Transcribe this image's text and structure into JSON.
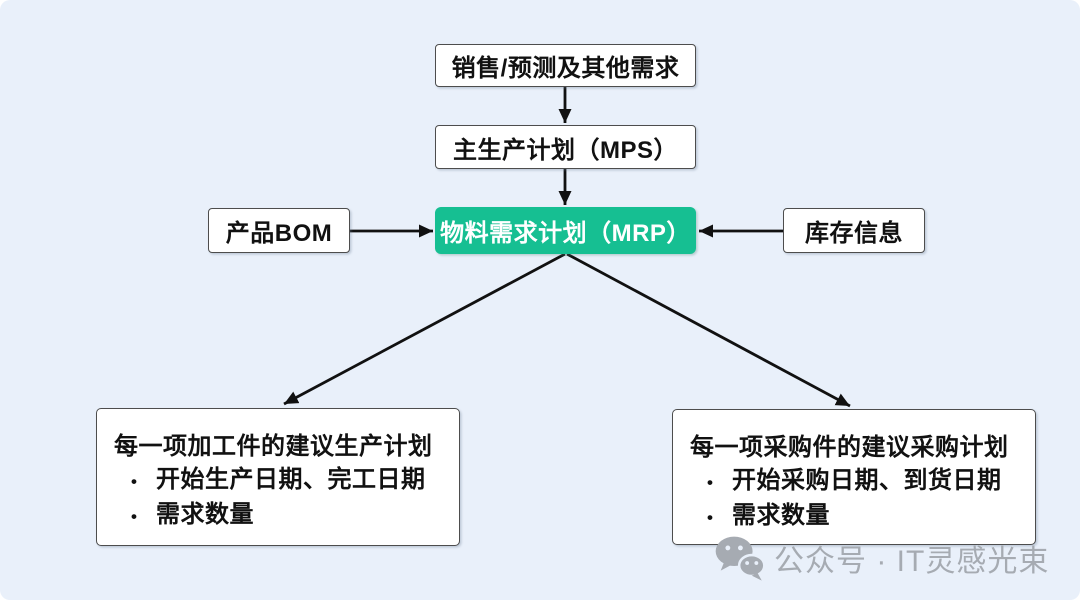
{
  "diagram": {
    "bullet_char": "•",
    "nodes": {
      "sales": {
        "label": "销售/预测及其他需求"
      },
      "mps": {
        "label": "主生产计划（MPS）"
      },
      "mrp": {
        "label": "物料需求计划（MRP）"
      },
      "bom": {
        "label": "产品BOM"
      },
      "inventory": {
        "label": "库存信息"
      },
      "production_plan": {
        "title": "每一项加工件的建议生产计划",
        "bullets": [
          "开始生产日期、完工日期",
          "需求数量"
        ]
      },
      "purchase_plan": {
        "title": "每一项采购件的建议采购计划",
        "bullets": [
          "开始采购日期、到货日期",
          "需求数量"
        ]
      }
    },
    "edges": [
      {
        "from": "sales",
        "to": "mps"
      },
      {
        "from": "mps",
        "to": "mrp"
      },
      {
        "from": "bom",
        "to": "mrp"
      },
      {
        "from": "inventory",
        "to": "mrp"
      },
      {
        "from": "mrp",
        "to": "production_plan"
      },
      {
        "from": "mrp",
        "to": "purchase_plan"
      }
    ]
  },
  "watermark": {
    "icon": "wechat-icon",
    "text": "公众号 · IT灵感光束"
  },
  "colors": {
    "canvas_bg": "#e9f0fa",
    "box_bg": "#ffffff",
    "box_border": "#4d4d4d",
    "mrp_bg": "#16bf92",
    "mrp_text": "#ffffff",
    "text": "#111111",
    "arrow": "#111111",
    "watermark": "#a6abb2"
  }
}
